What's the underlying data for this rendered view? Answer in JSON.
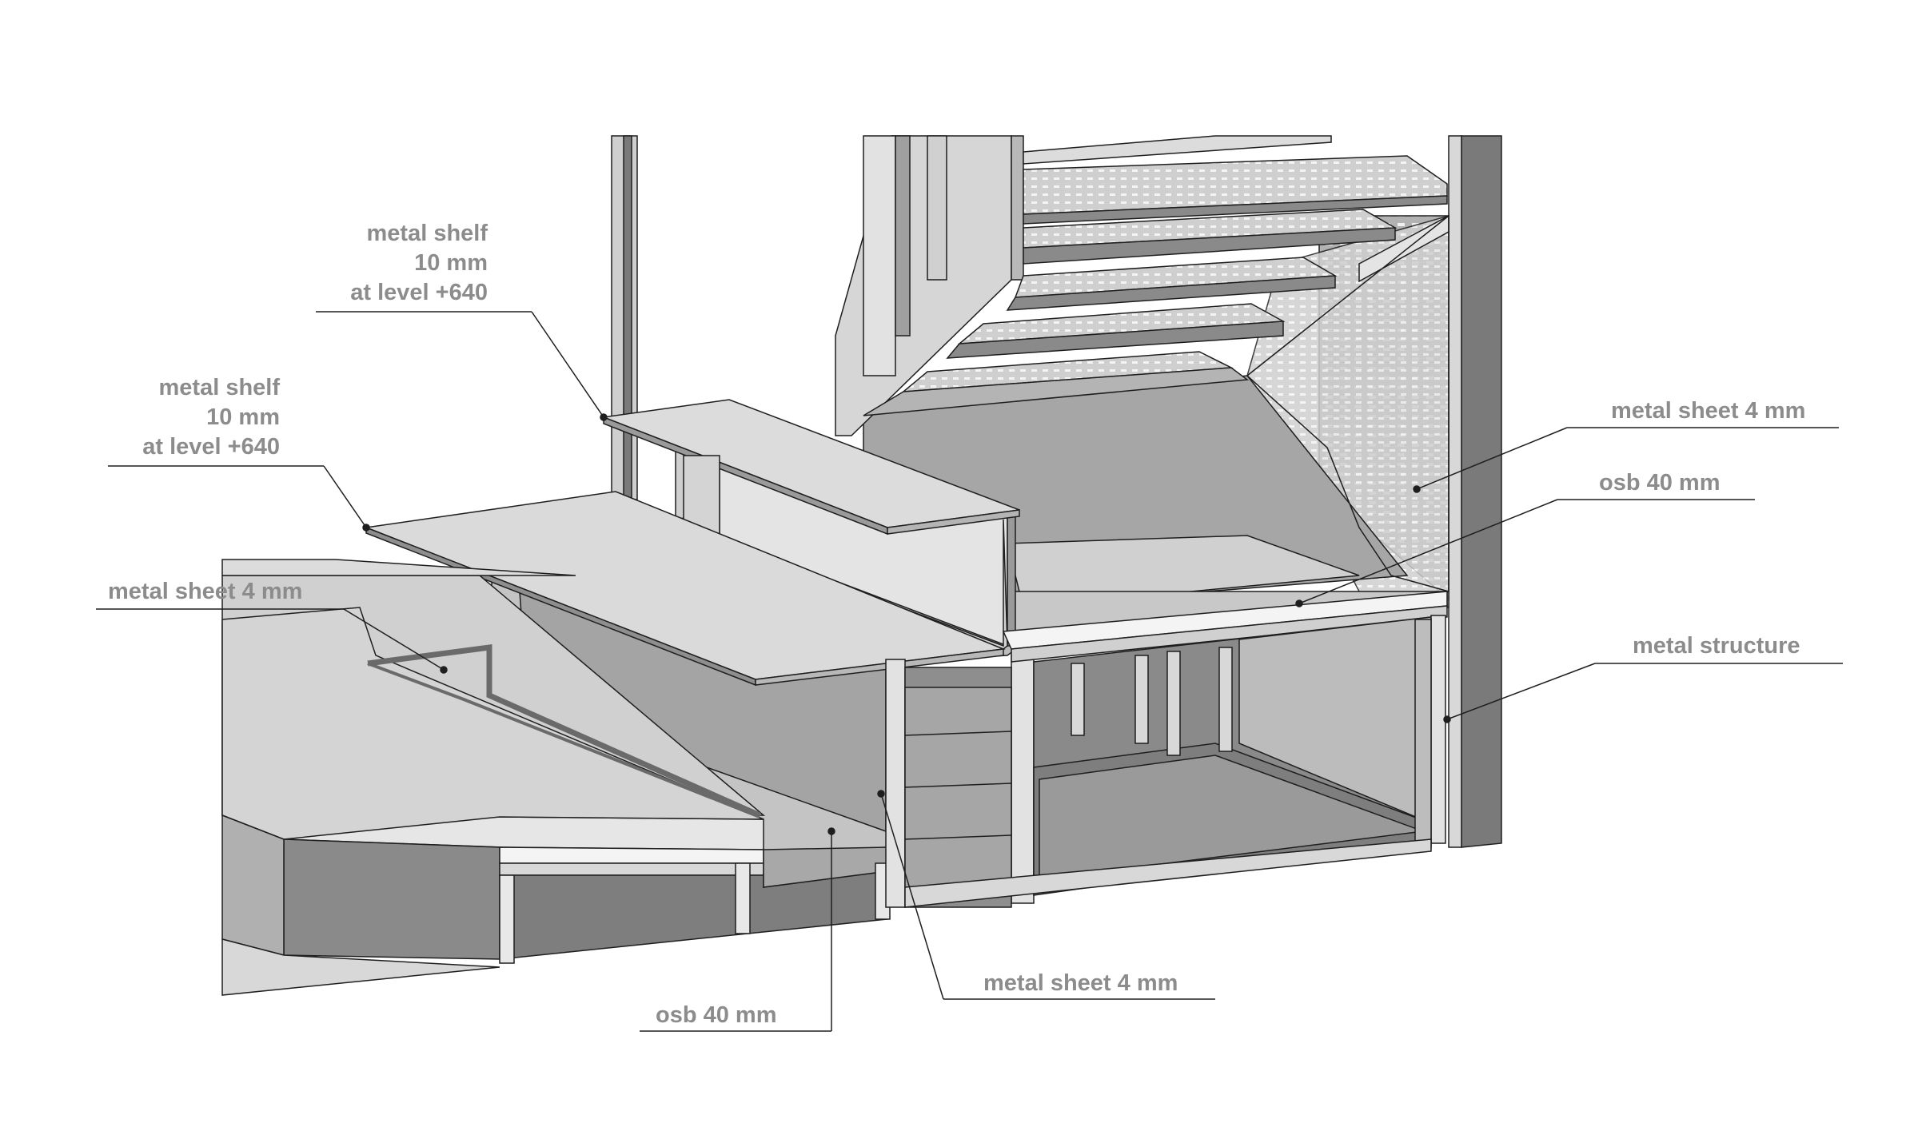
{
  "labels": {
    "shelf_upper": {
      "line1": "metal shelf",
      "line2": "10 mm",
      "line3": "at level +640"
    },
    "shelf_lower": {
      "line1": "metal shelf",
      "line2": "10 mm",
      "line3": "at level +640"
    },
    "sheet_left": "metal sheet 4 mm",
    "sheet_right": "metal sheet 4 mm",
    "sheet_bottom": "metal sheet 4 mm",
    "osb_right": "osb 40 mm",
    "osb_bottom": "osb 40 mm",
    "structure": "metal structure"
  },
  "colors": {
    "label_text": "#8c8c8c",
    "line": "#1e1e1e",
    "dark_fill": "#7a7a7a",
    "mid_fill": "#a6a6a6",
    "light_fill": "#d4d4d4",
    "pale_fill": "#ececec"
  }
}
